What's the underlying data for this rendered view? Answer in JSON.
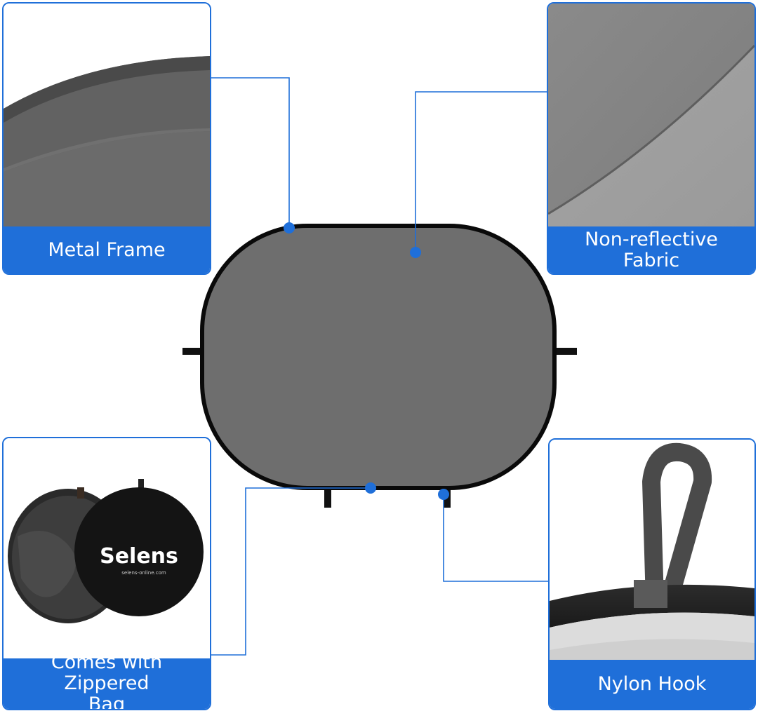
{
  "features": {
    "metal_frame": {
      "label": "Metal Frame"
    },
    "fabric": {
      "label_line1": "Non-reflective",
      "label_line2": "Fabric"
    },
    "bag": {
      "label_line1": "Comes with Zippered",
      "label_line2": "Bag",
      "brand": "Selens",
      "brand_url": "selens-online.com"
    },
    "hook": {
      "label": "Nylon Hook"
    }
  },
  "colors": {
    "accent": "#1f6fd9",
    "fabric_gray": "#6e6e6e",
    "frame_black": "#0a0a0a"
  }
}
